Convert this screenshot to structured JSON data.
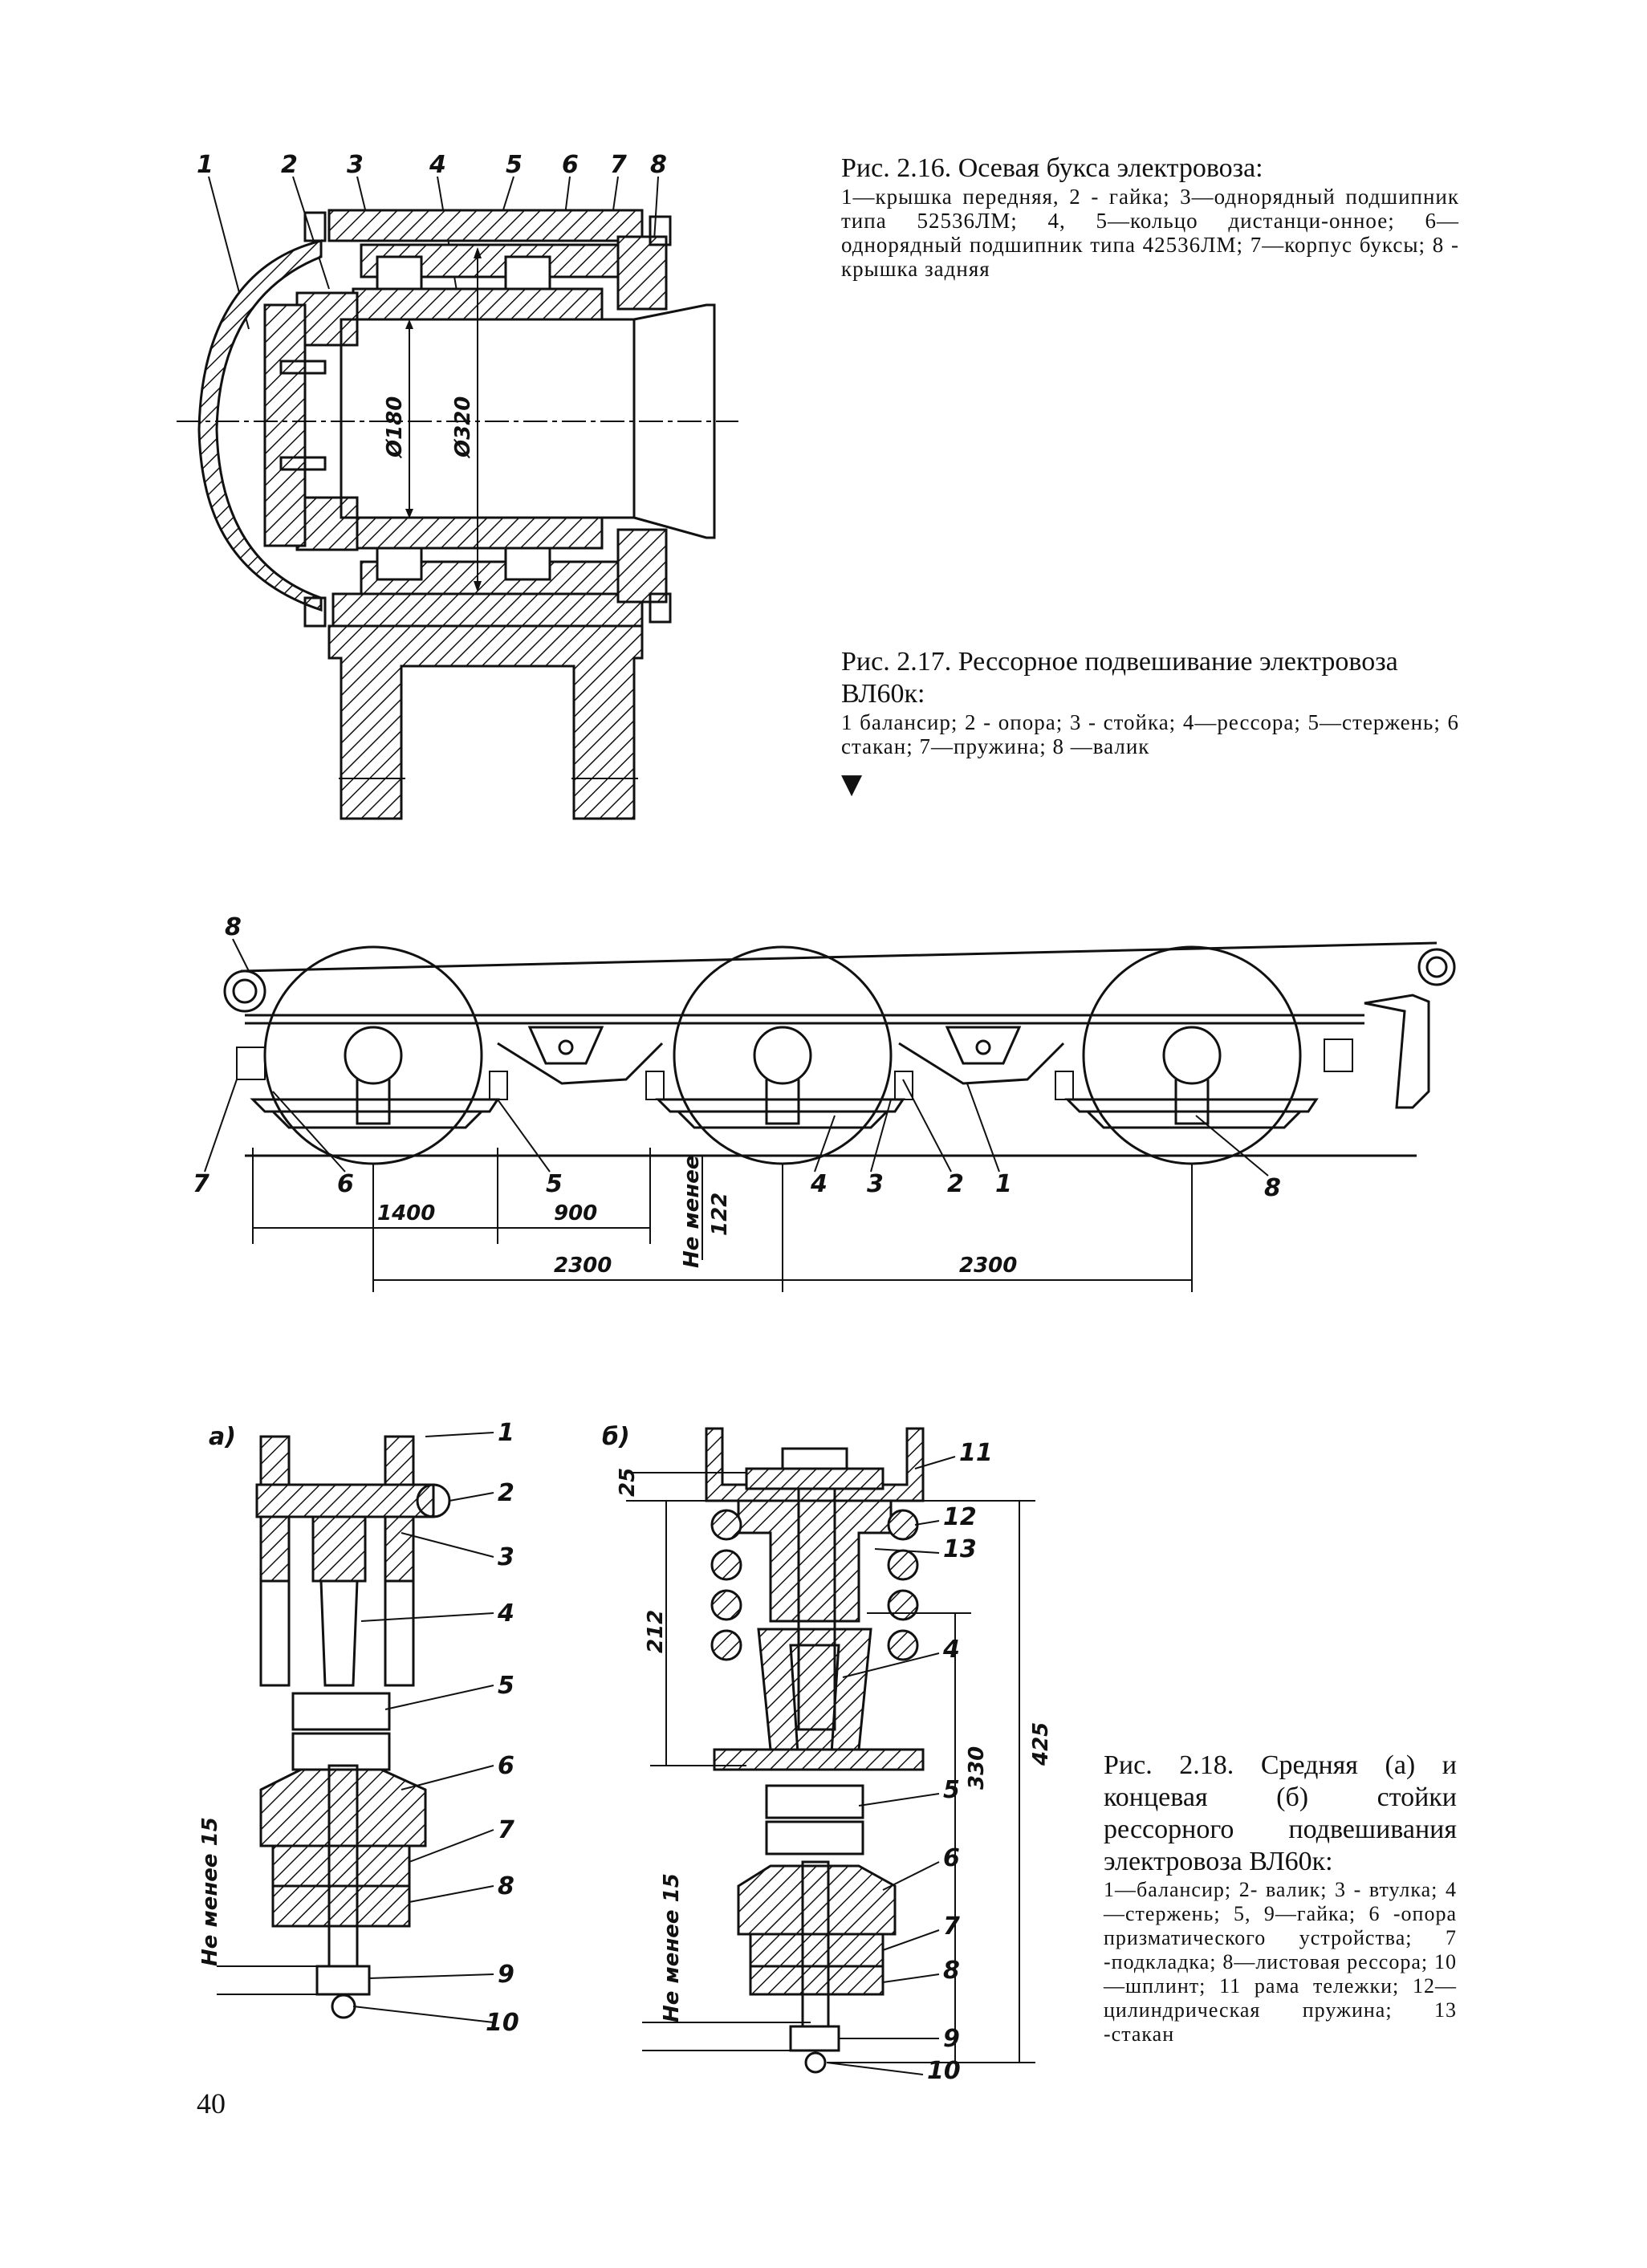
{
  "fig216": {
    "title": "Рис. 2.16. Осевая букса электровоза:",
    "body": "1—крышка передняя, 2 - гайка; 3—однорядный подшипник типа 52536ЛМ; 4, 5—кольцо дистанци-онное; 6—однорядный подшипник типа 42536ЛМ; 7—корпус буксы; 8 - крышка задняя",
    "labels": [
      "1",
      "2",
      "3",
      "4",
      "5",
      "6",
      "7",
      "8"
    ],
    "dim_inner": "Ø180",
    "dim_outer": "Ø320"
  },
  "fig217": {
    "title": "Рис. 2.17. Рессорное подвешивание электровоза ВЛ60к:",
    "body": "1 балансир; 2 - опора; 3 - стойка; 4—рессора; 5—стержень; 6 стакан; 7—пружина; 8 —валик",
    "marker": "▼",
    "labels": {
      "top8": "8",
      "l7": "7",
      "l6": "6",
      "l5": "5",
      "l4": "4",
      "l3": "3",
      "l2": "2",
      "l1": "1",
      "r8": "8"
    },
    "dims": {
      "d1400": "1400",
      "d900": "900",
      "d2300a": "2300",
      "d2300b": "2300",
      "min_note": "Не менее",
      "d122": "122"
    }
  },
  "fig218": {
    "part_a": "а)",
    "part_b": "б)",
    "title": "Рис. 2.18. Средняя (а) и концевая (б) стойки рессорного подвешивания электровоза ВЛ60к:",
    "body": "1—балансир; 2- валик; 3 - втулка; 4—стержень; 5, 9—гайка; 6 -опора призматического устройства; 7 -подкладка; 8—листовая рессора; 10—шплинт; 11 рама тележки; 12—цилиндрическая пружина; 13 -стакан",
    "labels_a": [
      "1",
      "2",
      "3",
      "4",
      "5",
      "6",
      "7",
      "8",
      "9",
      "10"
    ],
    "labels_b": [
      "11",
      "12",
      "13",
      "4",
      "5",
      "6",
      "7",
      "8",
      "9",
      "10"
    ],
    "min_note_a": "Не менее 15",
    "min_note_b": "Не менее 15",
    "dims_b": {
      "d25": "25",
      "d212": "212",
      "d330": "330",
      "d425": "425"
    }
  },
  "page_number": "40"
}
